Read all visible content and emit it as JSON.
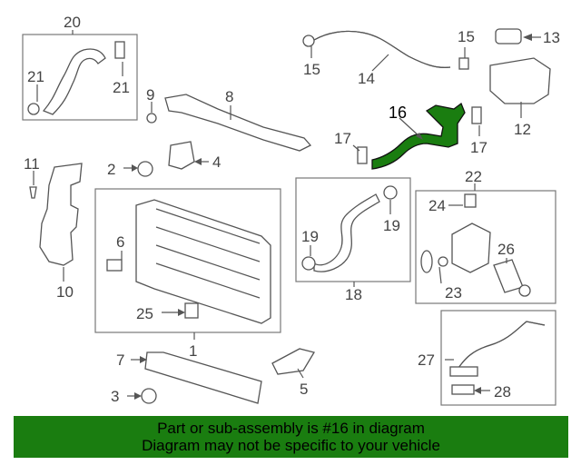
{
  "diagram": {
    "callouts": [
      {
        "id": "c1",
        "text": "1"
      },
      {
        "id": "c2",
        "text": "2"
      },
      {
        "id": "c3",
        "text": "3"
      },
      {
        "id": "c4",
        "text": "4"
      },
      {
        "id": "c5",
        "text": "5"
      },
      {
        "id": "c6",
        "text": "6"
      },
      {
        "id": "c7",
        "text": "7"
      },
      {
        "id": "c8",
        "text": "8"
      },
      {
        "id": "c9",
        "text": "9"
      },
      {
        "id": "c10",
        "text": "10"
      },
      {
        "id": "c11",
        "text": "11"
      },
      {
        "id": "c12",
        "text": "12"
      },
      {
        "id": "c13",
        "text": "13"
      },
      {
        "id": "c14",
        "text": "14"
      },
      {
        "id": "c15a",
        "text": "15"
      },
      {
        "id": "c15b",
        "text": "15"
      },
      {
        "id": "c16",
        "text": "16"
      },
      {
        "id": "c17a",
        "text": "17"
      },
      {
        "id": "c17b",
        "text": "17"
      },
      {
        "id": "c18",
        "text": "18"
      },
      {
        "id": "c19a",
        "text": "19"
      },
      {
        "id": "c19b",
        "text": "19"
      },
      {
        "id": "c20",
        "text": "20"
      },
      {
        "id": "c21a",
        "text": "21"
      },
      {
        "id": "c21b",
        "text": "21"
      },
      {
        "id": "c22",
        "text": "22"
      },
      {
        "id": "c23",
        "text": "23"
      },
      {
        "id": "c24",
        "text": "24"
      },
      {
        "id": "c25",
        "text": "25"
      },
      {
        "id": "c26",
        "text": "26"
      },
      {
        "id": "c27",
        "text": "27"
      },
      {
        "id": "c28",
        "text": "28"
      }
    ],
    "highlight_color": "#1a7d10"
  },
  "banner": {
    "line1": "Part or sub-assembly is #16 in diagram",
    "line2": "Diagram may not be specific to your vehicle",
    "color": "#1a7d10"
  }
}
